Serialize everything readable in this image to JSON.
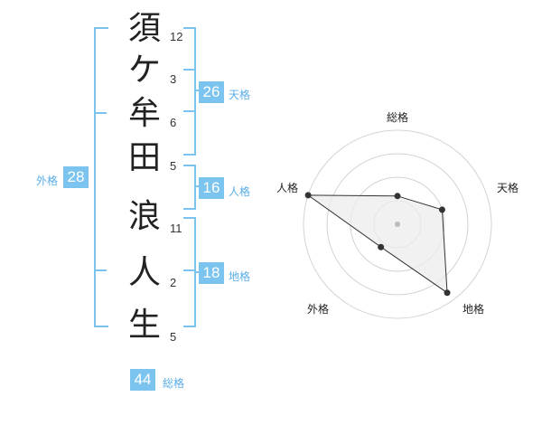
{
  "name": {
    "characters": [
      {
        "char": "須",
        "strokes": "12"
      },
      {
        "char": "ケ",
        "strokes": "3"
      },
      {
        "char": "牟",
        "strokes": "6"
      },
      {
        "char": "田",
        "strokes": "5"
      },
      {
        "char": "浪",
        "strokes": "11"
      },
      {
        "char": "人",
        "strokes": "2"
      },
      {
        "char": "生",
        "strokes": "5"
      }
    ]
  },
  "scores": {
    "tenkaku": {
      "value": "26",
      "label": "天格"
    },
    "jinkaku": {
      "value": "16",
      "label": "人格"
    },
    "chikaku": {
      "value": "18",
      "label": "地格"
    },
    "gaikaku": {
      "value": "28",
      "label": "外格"
    },
    "soukaku": {
      "value": "44",
      "label": "総格"
    }
  },
  "radar": {
    "axes": [
      "総格",
      "天格",
      "地格",
      "外格",
      "人格"
    ],
    "levels": [
      0.3,
      0.5,
      0.9,
      0.3,
      1.0
    ],
    "rings": 4
  }
}
